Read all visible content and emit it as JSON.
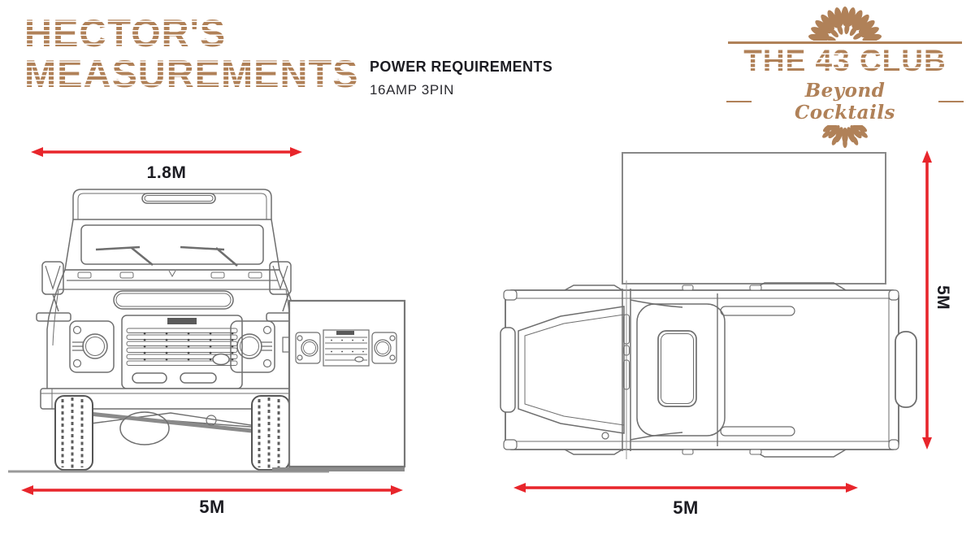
{
  "header": {
    "title": {
      "line1": "HECTOR'S",
      "line2": "MEASUREMENTS"
    },
    "power": {
      "heading": "POWER REQUIREMENTS",
      "value": "16AMP 3PIN"
    },
    "logo": {
      "name": "THE 43 CLUB",
      "tagline": "Beyond Cocktails"
    }
  },
  "diagrams": {
    "front_view": {
      "width_label": "1.8M",
      "total_width_label": "5M"
    },
    "top_view": {
      "height_label": "5M",
      "length_label": "5M"
    }
  },
  "icons": {
    "ornament_top": "leaf-fan",
    "ornament_bottom": "leaf-fan-small",
    "dimension_marker": "double-headed-arrow"
  },
  "colors": {
    "brand_brown": "#b08158",
    "dimension_red": "#e8252b",
    "text_black": "#1c1c22",
    "drawing_gray": "#6e6e6e"
  }
}
